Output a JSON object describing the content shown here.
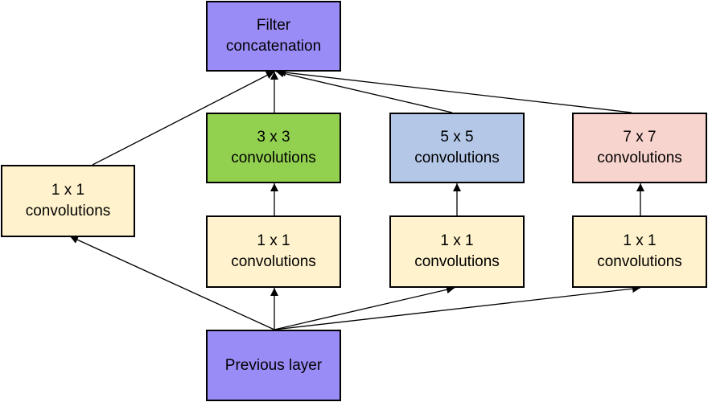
{
  "nodes": {
    "filter_concat": {
      "line1": "Filter",
      "line2": "concatenation",
      "color": "#9a8cf7"
    },
    "conv1x1_left": {
      "line1": "1 x 1",
      "line2": "convolutions",
      "color": "#fff2cc"
    },
    "conv3x3": {
      "line1": "3 x 3",
      "line2": "convolutions",
      "color": "#92d050"
    },
    "conv5x5": {
      "line1": "5 x 5",
      "line2": "convolutions",
      "color": "#b4c7e7"
    },
    "conv7x7": {
      "line1": "7 x 7",
      "line2": "convolutions",
      "color": "#f8d4ce"
    },
    "conv1x1_a": {
      "line1": "1 x 1",
      "line2": "convolutions",
      "color": "#fff2cc"
    },
    "conv1x1_b": {
      "line1": "1 x 1",
      "line2": "convolutions",
      "color": "#fff2cc"
    },
    "conv1x1_c": {
      "line1": "1 x 1",
      "line2": "convolutions",
      "color": "#fff2cc"
    },
    "previous_layer": {
      "label": "Previous layer",
      "color": "#9a8cf7"
    }
  },
  "edges": [
    {
      "from": "previous_layer",
      "to": "conv1x1_left"
    },
    {
      "from": "previous_layer",
      "to": "conv1x1_a"
    },
    {
      "from": "previous_layer",
      "to": "conv1x1_b"
    },
    {
      "from": "previous_layer",
      "to": "conv1x1_c"
    },
    {
      "from": "conv1x1_a",
      "to": "conv3x3"
    },
    {
      "from": "conv1x1_b",
      "to": "conv5x5"
    },
    {
      "from": "conv1x1_c",
      "to": "conv7x7"
    },
    {
      "from": "conv1x1_left",
      "to": "filter_concat"
    },
    {
      "from": "conv3x3",
      "to": "filter_concat"
    },
    {
      "from": "conv5x5",
      "to": "filter_concat"
    },
    {
      "from": "conv7x7",
      "to": "filter_concat"
    }
  ]
}
